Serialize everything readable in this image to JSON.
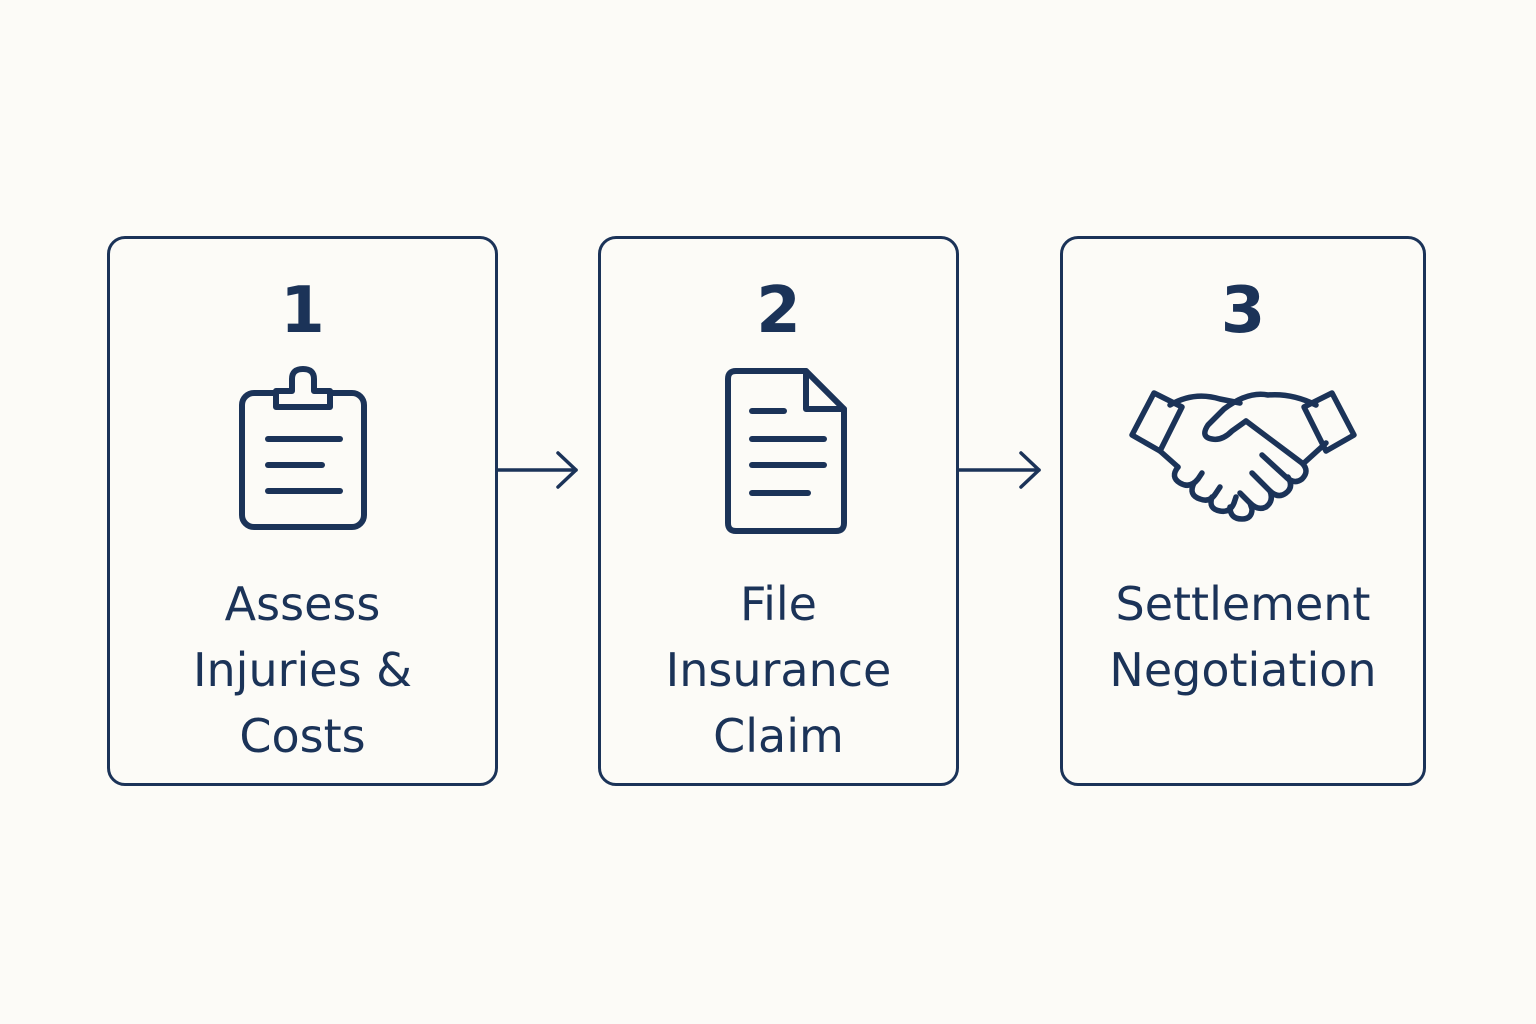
{
  "colors": {
    "background": "#fcfbf7",
    "ink": "#1b3358"
  },
  "steps": [
    {
      "number": "1",
      "icon": "clipboard-icon",
      "label_lines": [
        "Assess",
        "Injuries &",
        "Costs"
      ]
    },
    {
      "number": "2",
      "icon": "document-icon",
      "label_lines": [
        "File",
        "Insurance",
        "Claim"
      ]
    },
    {
      "number": "3",
      "icon": "handshake-icon",
      "label_lines": [
        "Settlement",
        "Negotiation"
      ]
    }
  ],
  "connectors": [
    "arrow-right-icon",
    "arrow-right-icon"
  ]
}
